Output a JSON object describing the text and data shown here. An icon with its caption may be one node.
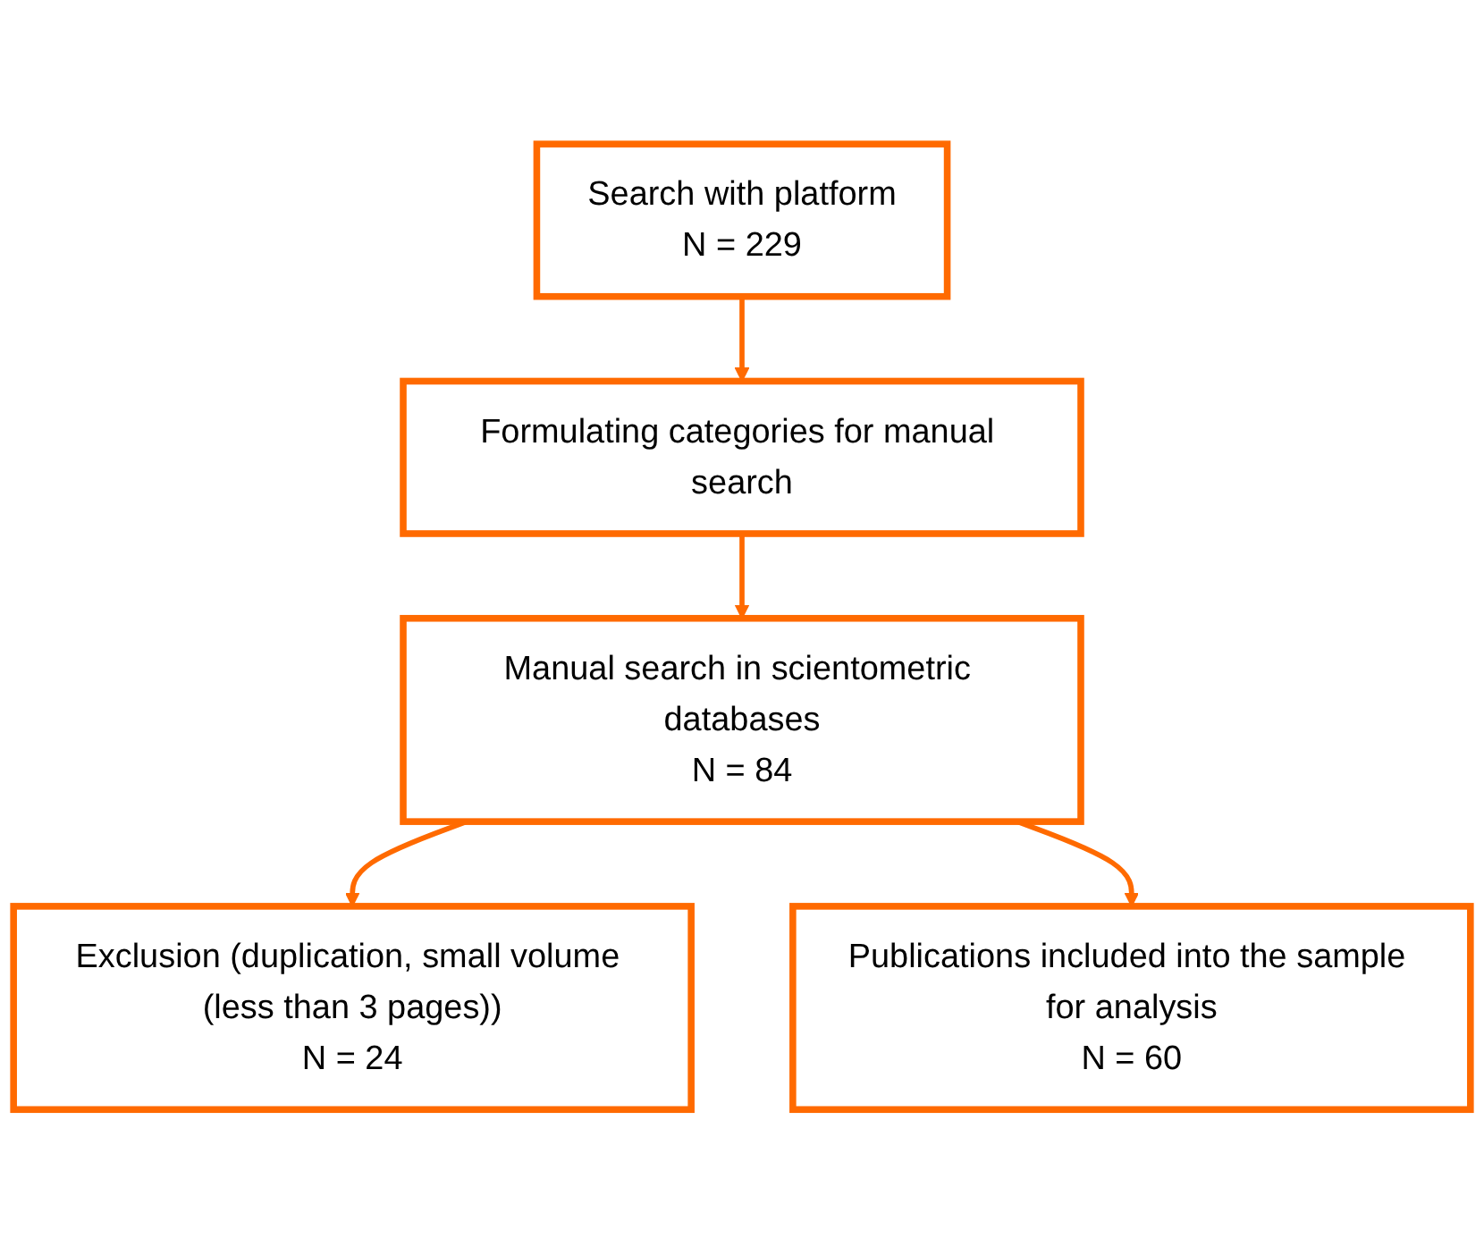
{
  "diagram": {
    "nodes": [
      {
        "text": [
          "Search with platform",
          "N = 229"
        ]
      },
      {
        "text": [
          "Formulating categories for manual search"
        ]
      },
      {
        "text": [
          "Manual search in scientometric databases",
          "N = 84"
        ]
      },
      {
        "text": [
          "Exclusion (duplication, small volume (less than 3 pages))",
          "N = 24"
        ]
      },
      {
        "text": [
          "Publications included into the sample for analysis",
          "N = 60"
        ]
      }
    ],
    "edges": [
      {
        "from": 0,
        "to": 1,
        "arrow": "to"
      },
      {
        "from": 1,
        "to": 2,
        "arrow": "to"
      },
      {
        "from": 2,
        "to": 3,
        "arrow": "to"
      },
      {
        "from": 2,
        "to": 4,
        "arrow": "to"
      }
    ]
  }
}
